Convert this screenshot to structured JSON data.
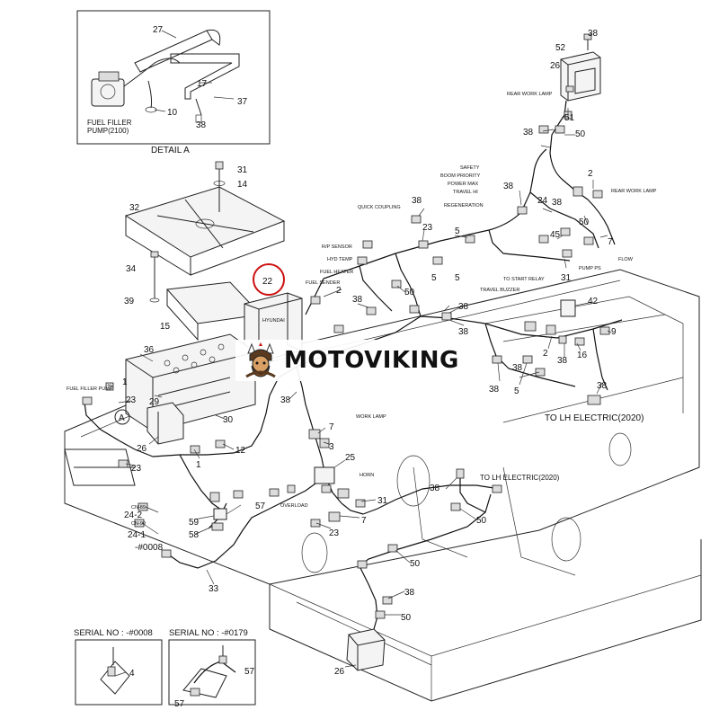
{
  "detail_a": {
    "caption": "DETAIL A",
    "fuel_filler_label": "FUEL FILLER",
    "fuel_filler_label2": "PUMP(2100)",
    "parts": [
      "27",
      "17",
      "37",
      "10",
      "38"
    ]
  },
  "serial_boxes": {
    "left_label": "SERIAL NO : -#0008",
    "right_label": "SERIAL NO : -#0179",
    "left_parts": [
      "4"
    ],
    "right_parts": [
      "57",
      "57"
    ]
  },
  "wire_labels": {
    "rear_work_lamp_top": "REAR WORK LAMP",
    "rear_work_lamp_right": "REAR WORK LAMP",
    "safety": "SAFETY",
    "boom_priority": "BOOM PRIORITY",
    "power_max": "POWER MAX",
    "travel_hi": "TRAVEL HI",
    "regeneration": "REGENERATION",
    "quick_coupling": "QUICK COUPLING",
    "rp_sensor": "R/P SENSOR",
    "hyd_temp": "HYD TEMP",
    "fuel_heater": "FUEL HEATER",
    "fuel_sender": "FUEL SENDER",
    "to_start_relay": "TO START RELAY",
    "travel_buzzer": "TRAVEL BUZZER",
    "pump_ps": "PUMP PS",
    "flow": "FLOW",
    "fuel_filler_pump": "FUEL FILLER PUMP",
    "work_lamp": "WORK LAMP",
    "horn": "HORN",
    "overload": "OVERLOAD",
    "cn_89": "CN-89",
    "cn_90": "CN-90",
    "to_lh_electric_1": "TO LH ELECTRIC(2020)",
    "to_lh_electric_2": "TO LH ELECTRIC(2020)",
    "serial_0008": "-#0008",
    "detail_a_marker": "A"
  },
  "highlight": {
    "part": "22",
    "circle_color": "#cc1111"
  },
  "part_numbers": {
    "p38a": "38",
    "p52": "52",
    "p26a": "26",
    "p51": "51",
    "p50a": "50",
    "p38b": "38",
    "p31a": "31",
    "p14": "14",
    "p32": "32",
    "p34": "34",
    "p39": "39",
    "p15": "15",
    "p38c": "38",
    "p23a": "23",
    "p38d": "38",
    "p24": "24",
    "p38e": "38",
    "p2a": "2",
    "p50b": "50",
    "p45": "45",
    "p7a": "7",
    "p5a": "5",
    "p31b": "31",
    "p2b": "2",
    "p38f": "38",
    "p50c": "50",
    "p38g": "38",
    "p5b": "5",
    "p5c": "5",
    "p38h": "38",
    "p42": "42",
    "p9": "9",
    "p2c": "2",
    "p38i": "38",
    "p16": "16",
    "p38j": "38",
    "p5d": "5",
    "p38k": "38",
    "p38l": "38",
    "p36": "36",
    "p1a": "1",
    "p23b": "23",
    "p29": "29",
    "p30": "30",
    "p26b": "26",
    "p23c": "23",
    "p12": "12",
    "p1b": "1",
    "p38m": "38",
    "p7b": "7",
    "p3": "3",
    "p25": "25",
    "p31c": "31",
    "p7c": "7",
    "p24_2": "24-2",
    "p24_1": "24-1",
    "p59": "59",
    "p58": "58",
    "p57": "57",
    "p33": "33",
    "p23d": "23",
    "p38n": "38",
    "p50d": "50",
    "p50e": "50",
    "p38o": "38",
    "p50f": "50",
    "p26c": "26"
  },
  "watermark": {
    "text": "MOTOVIKING"
  }
}
